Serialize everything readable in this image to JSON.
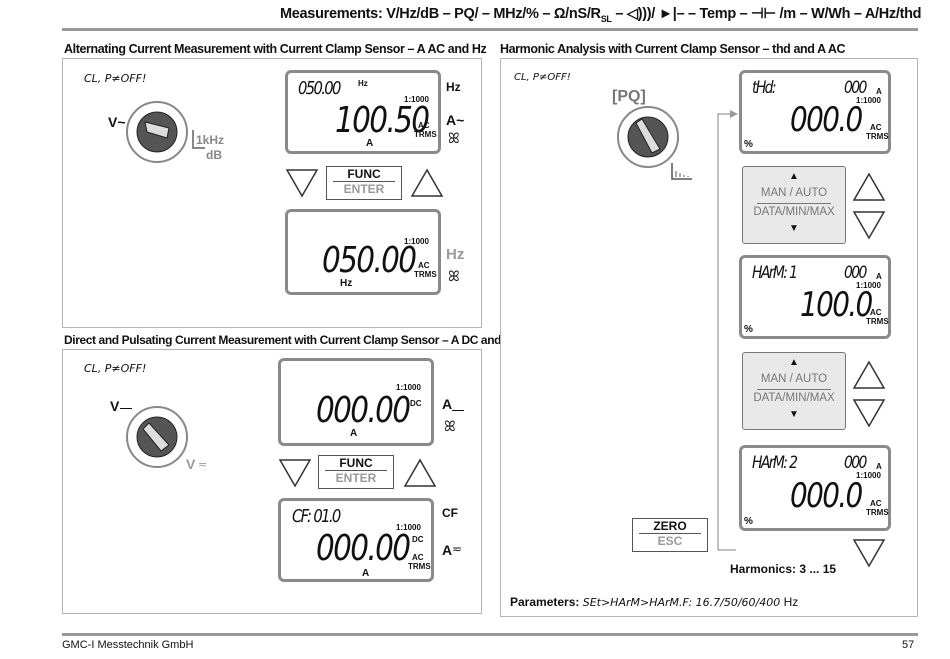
{
  "header": {
    "title": "Measurements: V/Hz/dB – PQ/ – MHz/% – Ω/nS/R",
    "title_sub": "SL",
    "title_rest": " – ◁)))/ ►|– – Temp – ⊣⊢ /m – W/Wh – A/Hz/thd"
  },
  "ac_section": {
    "title": "Alternating Current Measurement with Current Clamp Sensor – A AC and Hz",
    "mode_text": "CL, P≠OFF!",
    "dial_label": "V~",
    "dial_sub_label_1": "1kHz",
    "dial_sub_label_2": "dB",
    "lcd1": {
      "top_value": "050.00",
      "top_unit": "Hz",
      "ratio": "1:1000",
      "main_value": "100.50",
      "main_unit": "A",
      "acdc_1": "AC",
      "acdc_2": "TRMS",
      "side_1": "Hz",
      "side_2": "A~"
    },
    "func_top": "FUNC",
    "func_bottom": "ENTER",
    "lcd2": {
      "ratio": "1:1000",
      "main_value": "050.00",
      "main_unit": "Hz",
      "acdc_1": "AC",
      "acdc_2": "TRMS",
      "side_1": "Hz"
    }
  },
  "dc_section": {
    "title": "Direct and Pulsating Current Measurement with Current Clamp Sensor – A DC and A (DC+AC)",
    "mode_text": "CL, P≠OFF!",
    "dial_label": "V",
    "dial_sub_label": "V",
    "lcd1": {
      "ratio": "1:1000",
      "main_value": "000.00",
      "main_unit": "A",
      "acdc_1": "DC",
      "side_1": "A"
    },
    "func_top": "FUNC",
    "func_bottom": "ENTER",
    "lcd2": {
      "top_value": "CF: 01.0",
      "ratio": "1:1000",
      "main_value": "000.00",
      "main_unit": "A",
      "acdc_1": "DC",
      "acdc_2": "AC",
      "acdc_3": "TRMS",
      "cf_label": "CF",
      "side_1": "A"
    }
  },
  "harm_section": {
    "title": "Harmonic Analysis with Current Clamp Sensor – thd and A AC",
    "mode_text": "CL, P≠OFF!",
    "dial_label": "[PQ]",
    "lcd1": {
      "top_label": "tHd:",
      "top_value": "000",
      "top_unit": "A",
      "ratio": "1:1000",
      "main_value": "000.0",
      "pct": "%",
      "acdc_1": "AC",
      "acdc_2": "TRMS"
    },
    "man_auto": "MAN / AUTO",
    "data_min_max": "DATA/MIN/MAX",
    "lcd2": {
      "top_label": "HArM: 1",
      "top_value": "000",
      "top_unit": "A",
      "ratio": "1:1000",
      "main_value": "100.0",
      "pct": "%",
      "acdc_1": "AC",
      "acdc_2": "TRMS"
    },
    "man_auto_2": "MAN / AUTO",
    "data_min_max_2": "DATA/MIN/MAX",
    "lcd3": {
      "top_label": "HArM: 2",
      "top_value": "000",
      "top_unit": "A",
      "ratio": "1:1000",
      "main_value": "000.0",
      "pct": "%",
      "acdc_1": "AC",
      "acdc_2": "TRMS"
    },
    "zero_top": "ZERO",
    "zero_bottom": "ESC",
    "harmonics": "Harmonics: 3 ... 15",
    "params_label": "Parameters:",
    "params_value": "SEt>HArM>HArM.F: 16.7/50/60/400",
    "params_unit": "Hz"
  },
  "footer": {
    "company": "GMC-I Messtechnik GmbH",
    "page": "57"
  }
}
